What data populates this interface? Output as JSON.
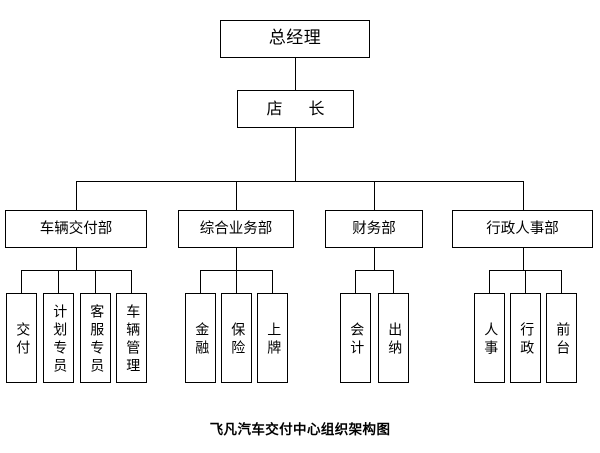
{
  "chart_data": {
    "type": "diagram",
    "diagram_type": "organization-chart",
    "title": "飞凡汽车交付中心组织架构图",
    "orientation": "top-down",
    "levels": 3
  },
  "caption": "飞凡汽车交付中心组织架构图",
  "nodes": {
    "top": {
      "label": "总经理"
    },
    "manager": {
      "label": "店　长"
    },
    "departments": [
      {
        "label": "车辆交付部",
        "children": [
          {
            "label": "交付"
          },
          {
            "label": "计划专员"
          },
          {
            "label": "客服专员"
          },
          {
            "label": "车辆管理"
          }
        ]
      },
      {
        "label": "综合业务部",
        "children": [
          {
            "label": "金融"
          },
          {
            "label": "保险"
          },
          {
            "label": "上牌"
          }
        ]
      },
      {
        "label": "财务部",
        "children": [
          {
            "label": "会计"
          },
          {
            "label": "出纳"
          }
        ]
      },
      {
        "label": "行政人事部",
        "children": [
          {
            "label": "人事"
          },
          {
            "label": "行政"
          },
          {
            "label": "前台"
          }
        ]
      }
    ]
  },
  "colors": {
    "background": "#ffffff",
    "border": "#000000",
    "text": "#000000",
    "connector": "#000000"
  }
}
